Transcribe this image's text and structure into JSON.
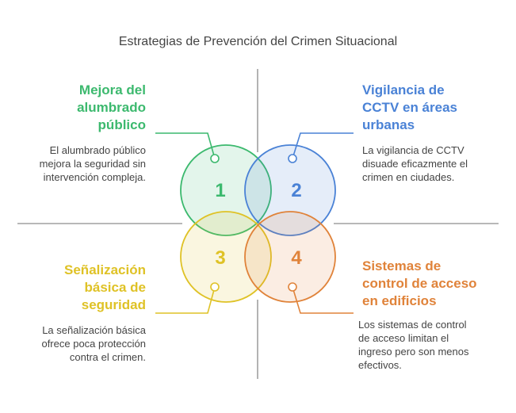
{
  "title": "Estrategias de Prevención del Crimen Situacional",
  "colors": {
    "green": "#3cb96e",
    "blue": "#4a82d6",
    "yellow": "#dfc226",
    "orange": "#e0833a",
    "divider": "#a0a0a0"
  },
  "items": [
    {
      "number": "1",
      "heading": [
        "Mejora del",
        "alumbrado",
        "público"
      ],
      "description": [
        "El alumbrado público",
        "mejora la seguridad sin",
        "intervención compleja."
      ]
    },
    {
      "number": "2",
      "heading": [
        "Vigilancia de",
        "CCTV en áreas",
        "urbanas"
      ],
      "description": [
        "La vigilancia de CCTV",
        "disuade eficazmente el",
        "crimen en ciudades."
      ]
    },
    {
      "number": "3",
      "heading": [
        "Señalización",
        "básica de",
        "seguridad"
      ],
      "description": [
        "La señalización básica",
        "ofrece poca protección",
        "contra el crimen."
      ]
    },
    {
      "number": "4",
      "heading": [
        "Sistemas de",
        "control de acceso",
        "en edificios"
      ],
      "description": [
        "Los sistemas de control",
        "de acceso limitan el",
        "ingreso pero son menos",
        "efectivos."
      ]
    }
  ]
}
